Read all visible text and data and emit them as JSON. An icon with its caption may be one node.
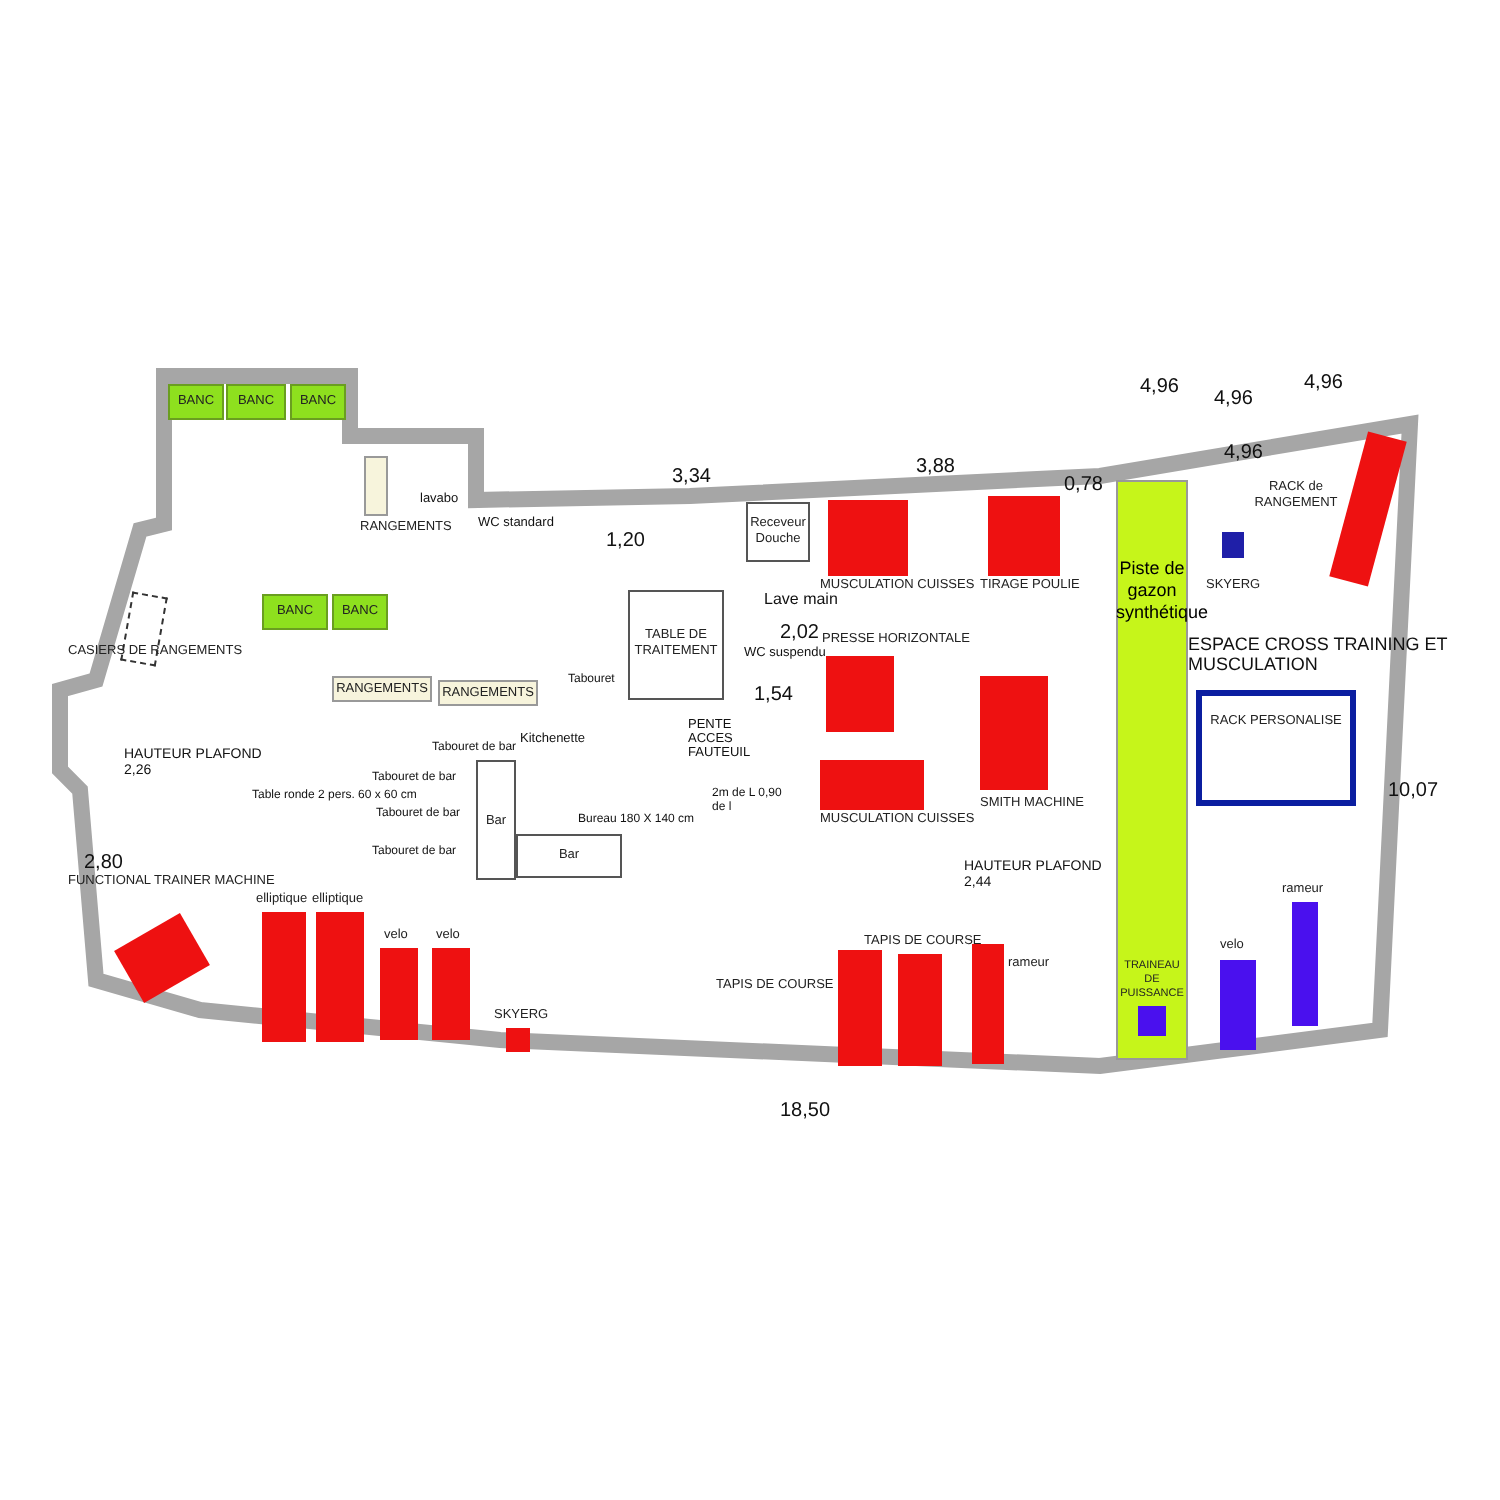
{
  "diagram": {
    "nodes": [
      {
        "text": [
          "BANC"
        ]
      },
      {
        "text": [
          "BANC"
        ]
      },
      {
        "text": [
          "BANC"
        ]
      },
      {
        "text": [
          "BANC"
        ]
      },
      {
        "text": [
          "BANC"
        ]
      },
      {
        "text": [
          "RANGEMENTS"
        ]
      },
      {
        "text": [
          "RANGEMENTS"
        ]
      },
      {
        "text": [
          "RANGEMENTS"
        ]
      },
      {
        "text": [
          "MUSCULATION CUISSES"
        ]
      },
      {
        "text": [
          "TIRAGE POULIE"
        ]
      },
      {
        "text": [
          "PRESSE HORIZONTALE"
        ]
      },
      {
        "text": [
          "SMITH MACHINE"
        ]
      },
      {
        "text": [
          "MUSCULATION CUISSES"
        ]
      },
      {
        "text": [
          "Piste de gazon synthétique"
        ]
      },
      {
        "text": [
          "SKYERG"
        ]
      },
      {
        "text": [
          "RACK de RANGEMENT"
        ]
      },
      {
        "text": [
          "RACK PERSONALISE"
        ]
      },
      {
        "text": [
          "FUNCTIONAL TRAINER MACHINE"
        ]
      },
      {
        "text": [
          "elliptique"
        ]
      },
      {
        "text": [
          "elliptique"
        ]
      },
      {
        "text": [
          "velo"
        ]
      },
      {
        "text": [
          "velo"
        ]
      },
      {
        "text": [
          "SKYERG"
        ]
      },
      {
        "text": [
          "TAPIS DE COURSE"
        ]
      },
      {
        "text": [
          "TAPIS DE COURSE"
        ]
      },
      {
        "text": [
          "rameur"
        ]
      },
      {
        "text": [
          "TRAINEAU DE PUISSANCE"
        ],
        "in": 13
      },
      {
        "text": [
          "velo"
        ]
      },
      {
        "text": [
          "rameur"
        ]
      },
      {
        "text": [
          "Receveur Douche"
        ]
      },
      {
        "text": [
          "Bar"
        ]
      },
      {
        "text": [
          "Bar"
        ]
      },
      {
        "text": [
          "TABLE DE TRAITEMENT"
        ]
      },
      {
        "text": [
          "CASIERS DE RANGEMENTS"
        ]
      }
    ],
    "labels": [
      "4,96",
      "4,96",
      "4,96",
      "4,96",
      "3,34",
      "3,88",
      "0,78",
      "1,20",
      "2,02",
      "1,54",
      "10,07",
      "2,80",
      "18,50",
      "lavabo",
      "WC standard",
      "Lave main",
      "WC suspendu",
      "Kitchenette",
      "Tabouret de bar",
      "Tabouret de bar",
      "Tabouret de bar",
      "Tabouret de bar",
      "Table ronde 2 pers. 60 x 60 cm",
      "Tabouret",
      "PENTE ACCES FAUTEUIL",
      "2m de L 0,90 de l",
      "Bureau 180 X 140 cm",
      "HAUTEUR PLAFOND 2,26",
      "HAUTEUR PLAFOND 2,44",
      "ESPACE CROSS TRAINING ET MUSCULATION"
    ]
  }
}
